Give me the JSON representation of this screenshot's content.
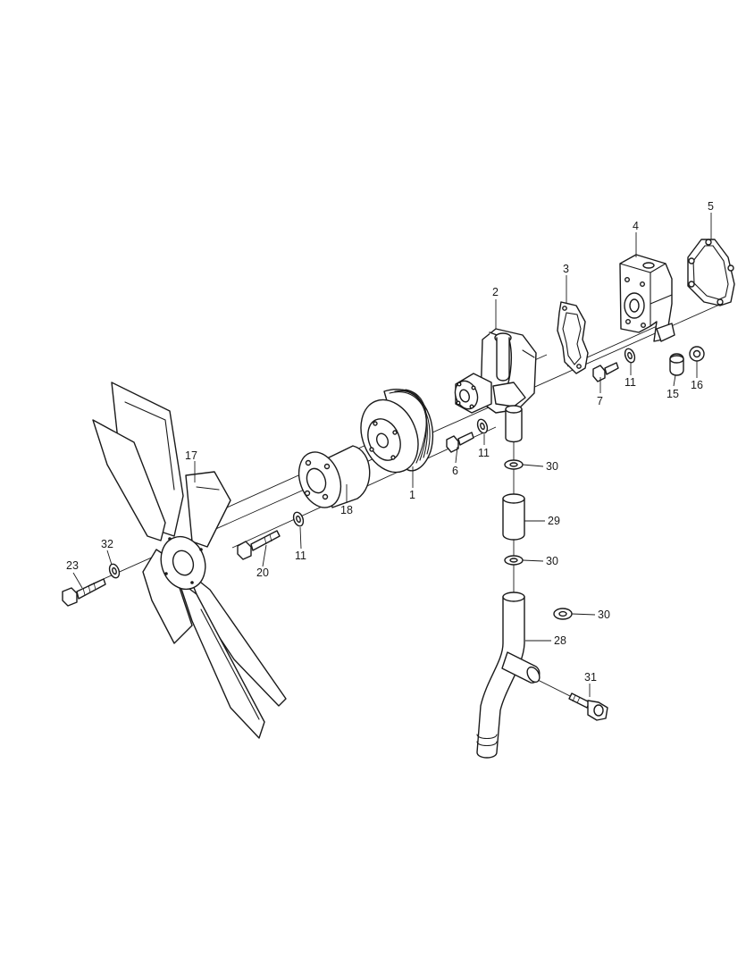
{
  "diagram": {
    "type": "exploded parts view",
    "subject": "engine cooling water pump and fan assembly",
    "callouts": [
      {
        "id": "c1",
        "text": "1"
      },
      {
        "id": "c2",
        "text": "2"
      },
      {
        "id": "c3",
        "text": "3"
      },
      {
        "id": "c4",
        "text": "4"
      },
      {
        "id": "c5",
        "text": "5"
      },
      {
        "id": "c6",
        "text": "6"
      },
      {
        "id": "c7",
        "text": "7"
      },
      {
        "id": "c11a",
        "text": "11"
      },
      {
        "id": "c11b",
        "text": "11"
      },
      {
        "id": "c11c",
        "text": "11"
      },
      {
        "id": "c15",
        "text": "15"
      },
      {
        "id": "c16",
        "text": "16"
      },
      {
        "id": "c17",
        "text": "17"
      },
      {
        "id": "c18",
        "text": "18"
      },
      {
        "id": "c20",
        "text": "20"
      },
      {
        "id": "c23",
        "text": "23"
      },
      {
        "id": "c28",
        "text": "28"
      },
      {
        "id": "c29",
        "text": "29"
      },
      {
        "id": "c30a",
        "text": "30"
      },
      {
        "id": "c30b",
        "text": "30"
      },
      {
        "id": "c30c",
        "text": "30"
      },
      {
        "id": "c31",
        "text": "31"
      },
      {
        "id": "c32",
        "text": "32"
      }
    ]
  },
  "colors": {
    "line": "#1a1a1a",
    "background": "#ffffff"
  }
}
